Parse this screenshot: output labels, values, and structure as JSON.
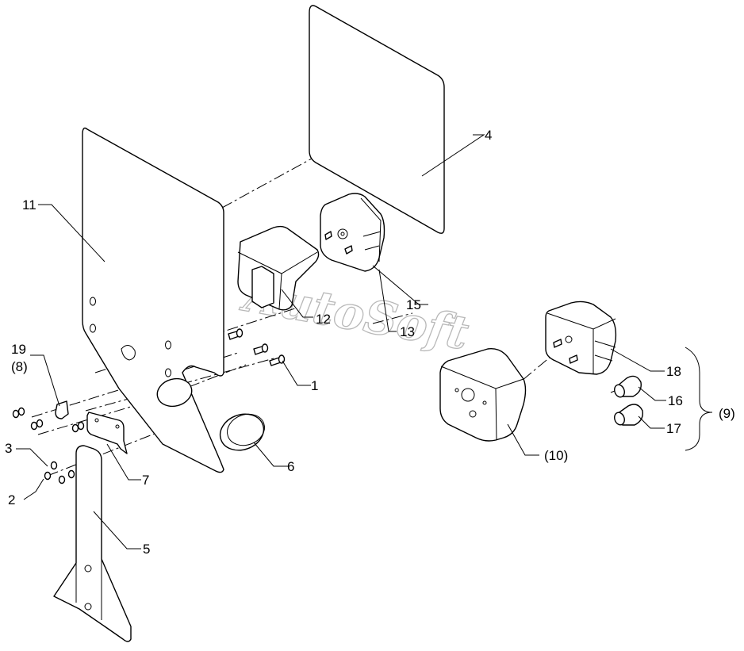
{
  "watermark": "AutoSoft",
  "callouts": [
    {
      "id": "c1",
      "text": "1"
    },
    {
      "id": "c2",
      "text": "2"
    },
    {
      "id": "c3",
      "text": "3"
    },
    {
      "id": "c4",
      "text": "4"
    },
    {
      "id": "c5",
      "text": "5"
    },
    {
      "id": "c6",
      "text": "6"
    },
    {
      "id": "c7",
      "text": "7"
    },
    {
      "id": "c8",
      "text": "(8)"
    },
    {
      "id": "c9",
      "text": "(9)"
    },
    {
      "id": "c10",
      "text": "(10)"
    },
    {
      "id": "c11",
      "text": "11"
    },
    {
      "id": "c12",
      "text": "12"
    },
    {
      "id": "c13",
      "text": "13"
    },
    {
      "id": "c15",
      "text": "15"
    },
    {
      "id": "c16",
      "text": "16"
    },
    {
      "id": "c17",
      "text": "17"
    },
    {
      "id": "c18",
      "text": "18"
    },
    {
      "id": "c19",
      "text": "19"
    }
  ]
}
